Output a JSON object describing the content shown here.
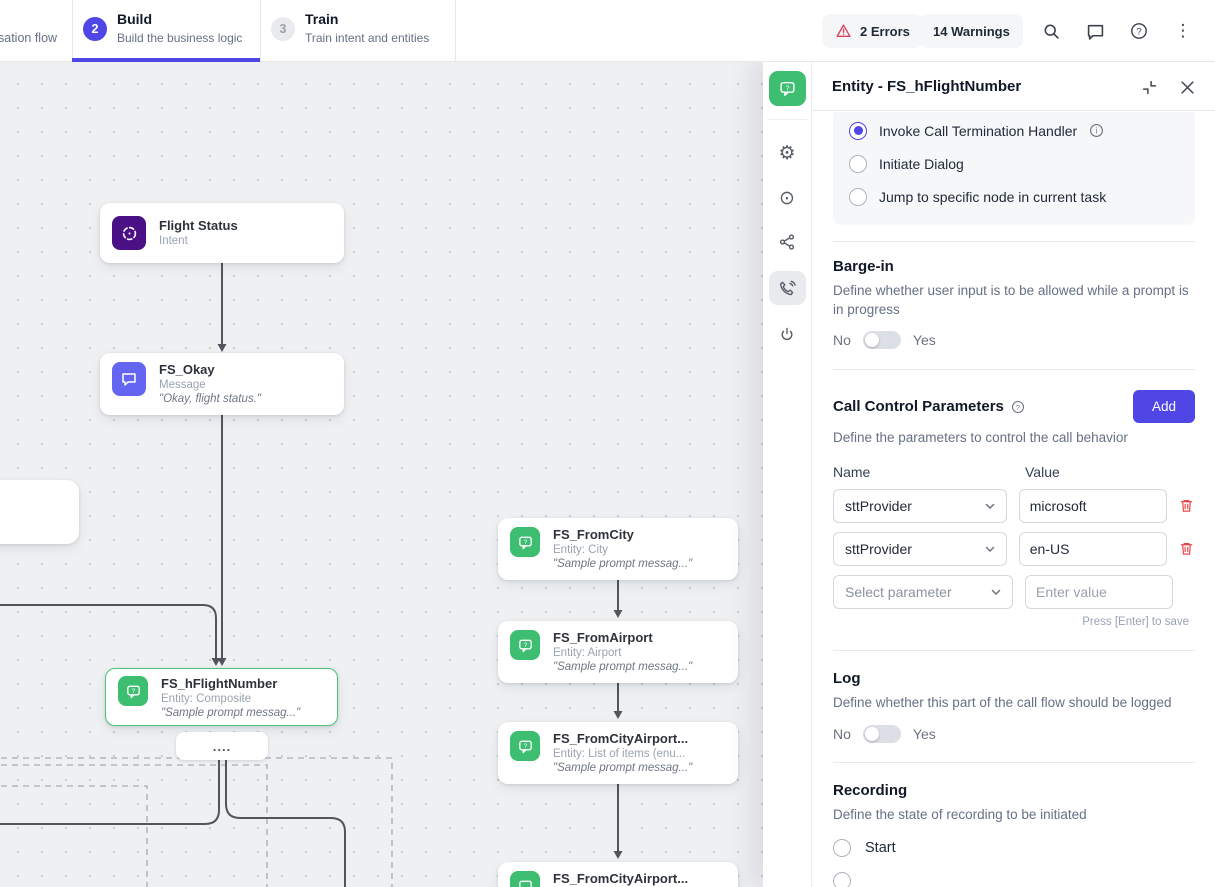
{
  "topbar": {
    "prev_step_fragment": "sation flow",
    "steps": [
      {
        "number": "2",
        "title": "Build",
        "subtitle": "Build the business logic"
      },
      {
        "number": "3",
        "title": "Train",
        "subtitle": "Train intent and entities"
      }
    ],
    "errors_label": "2 Errors",
    "warnings_label": "14 Warnings"
  },
  "canvas": {
    "pill": "....",
    "nodes": [
      {
        "title": "Flight Status",
        "subtitle": "Intent"
      },
      {
        "title": "FS_Okay",
        "subtitle": "Message",
        "quote": "\"Okay, flight status.\""
      },
      {
        "title": "FS_hFlightNumber",
        "subtitle": "Entity: Composite",
        "quote": "\"Sample prompt messag...\""
      },
      {
        "title": "FS_FromCity",
        "subtitle": "Entity: City",
        "quote": "\"Sample prompt messag...\""
      },
      {
        "title": "FS_FromAirport",
        "subtitle": "Entity: Airport",
        "quote": "\"Sample prompt messag...\""
      },
      {
        "title": "FS_FromCityAirport...",
        "subtitle": "Entity: List of items (enu...",
        "quote": "\"Sample prompt messag...\""
      },
      {
        "title": "FS_FromCityAirport..."
      }
    ]
  },
  "panel": {
    "title": "Entity - FS_hFlightNumber",
    "on_exit_options": [
      {
        "label": "Invoke Call Termination Handler",
        "selected": true
      },
      {
        "label": "Initiate Dialog",
        "selected": false
      },
      {
        "label": "Jump to specific node in current task",
        "selected": false
      }
    ],
    "barge_in": {
      "heading": "Barge-in",
      "description": "Define whether user input is to be allowed while a prompt is in progress",
      "no": "No",
      "yes": "Yes",
      "state": "No"
    },
    "call_control": {
      "heading": "Call Control Parameters",
      "add_label": "Add",
      "description": "Define the parameters to control the call behavior",
      "name_label": "Name",
      "value_label": "Value",
      "rows": [
        {
          "name": "sttProvider",
          "value": "microsoft"
        },
        {
          "name": "sttProvider",
          "value": "en-US"
        }
      ],
      "new_row": {
        "name_placeholder": "Select parameter",
        "value_placeholder": "Enter value"
      },
      "hint": "Press [Enter] to save"
    },
    "log": {
      "heading": "Log",
      "description": "Define whether this part of the call flow should be logged",
      "no": "No",
      "yes": "Yes",
      "state": "No"
    },
    "recording": {
      "heading": "Recording",
      "description": "Define the state of recording to be initiated",
      "options": [
        {
          "label": "Start",
          "selected": false
        }
      ]
    }
  },
  "colors": {
    "accent": "#4F46E5",
    "entity_green": "#3DBE70",
    "danger_red": "#E5484D",
    "node_intent_purple": "#4A1187",
    "node_message_indigo": "#6466F1"
  }
}
